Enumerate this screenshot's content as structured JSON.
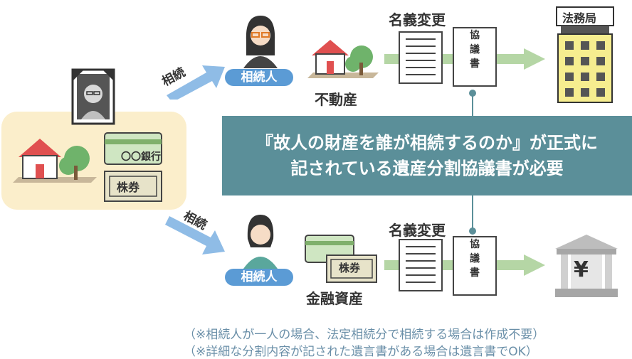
{
  "inherit_label": "相続",
  "heir_label": "相続人",
  "name_change_label": "名義変更",
  "real_estate_label": "不動産",
  "financial_assets_label": "金融資産",
  "legal_affairs_bureau_label": "法務局",
  "bank_card_label": "〇〇銀行",
  "stock_label": "株券",
  "agreement_chars": [
    "協",
    "議",
    "書"
  ],
  "bank_symbol": "¥",
  "banner_lines": [
    "『故人の財産を誰が相続するのか』が正式に",
    "記されている遺産分割協議書が必要"
  ],
  "notes": [
    "（※相続人が一人の場合、法定相続分で相続する場合は作成不要）",
    "（※詳細な分割内容が記された遺言書がある場合は遺言書でOK）"
  ],
  "colors": {
    "arrow_blue": "#8fbce6",
    "arrow_green": "#b5d6a5",
    "banner": "#5b8f99",
    "estate_box": "#fbeecb",
    "badge": "#5b9bd5",
    "note": "#6a8fa8"
  }
}
